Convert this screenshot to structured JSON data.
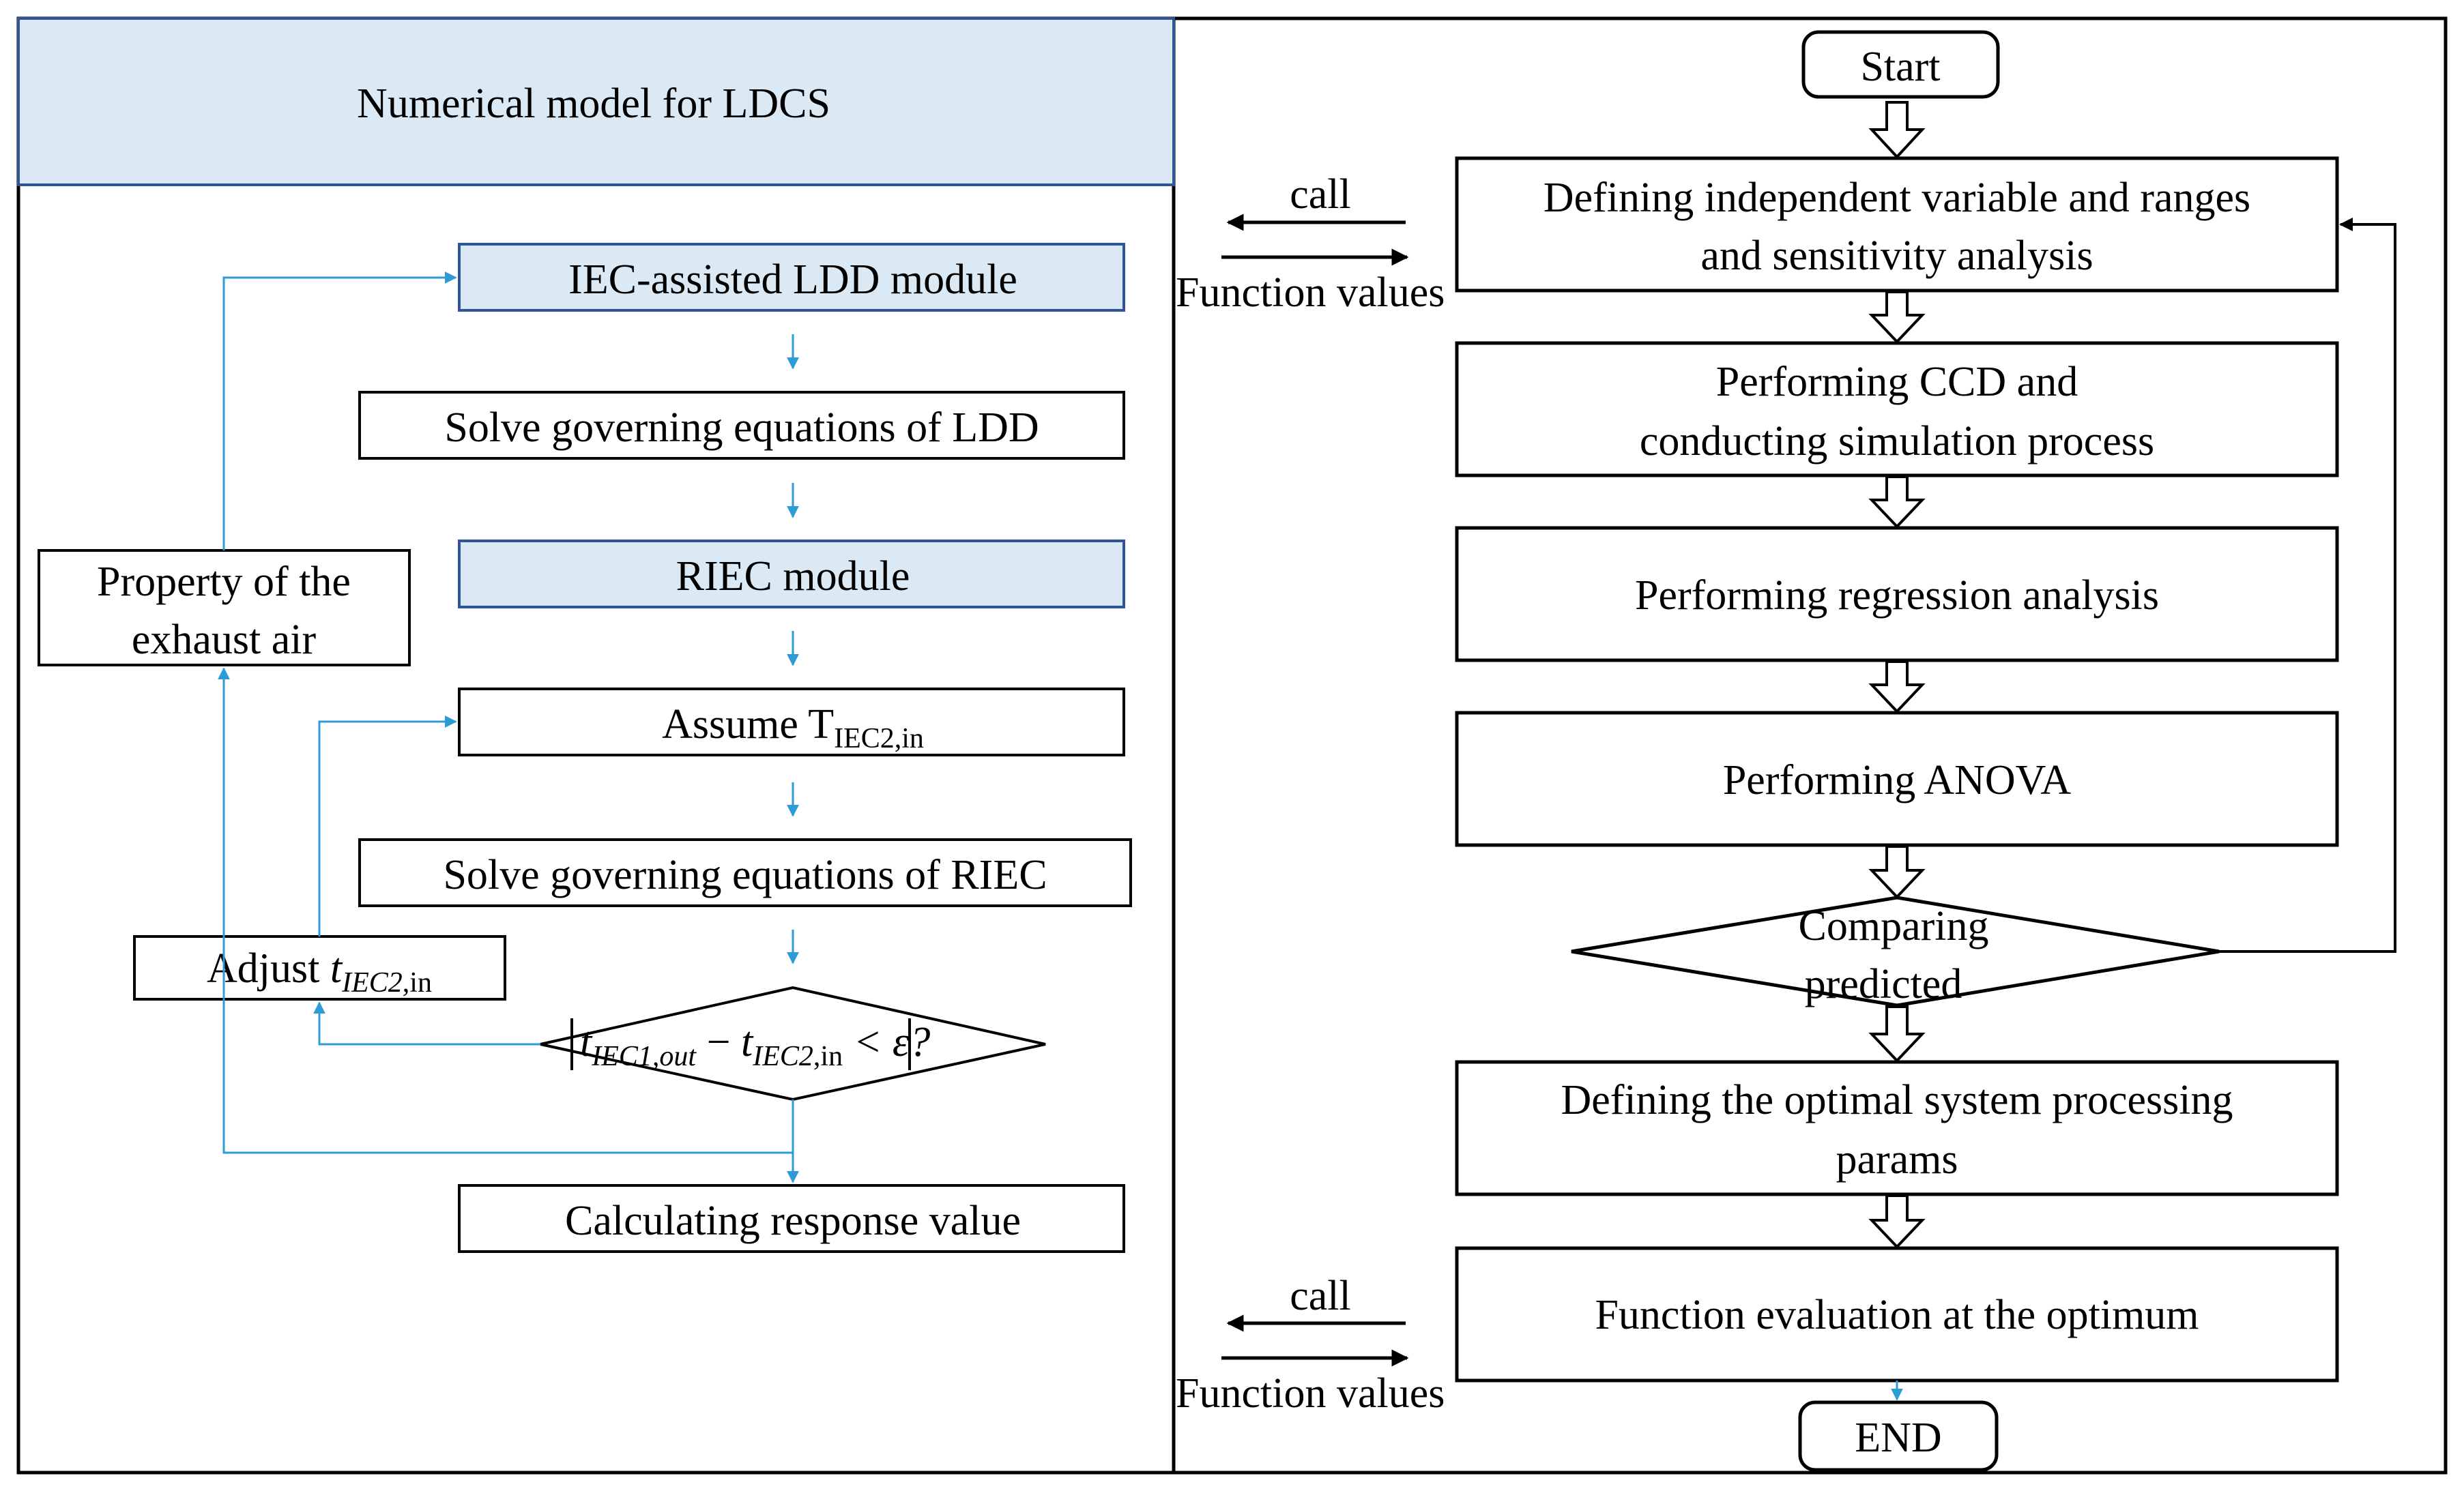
{
  "left_panel": {
    "header": "Numerical model for LDCS",
    "boxes": {
      "iec_ldd_module": "IEC-assisted LDD module",
      "solve_ldd": "Solve governing equations of LDD",
      "riec_module": "RIEC module",
      "assume_t": {
        "main": "Assume T",
        "sub": "IEC2,in"
      },
      "solve_riec": "Solve governing equations of RIEC",
      "calc_response": "Calculating response value",
      "property": {
        "line1": "Property of the",
        "line2": "exhaust air"
      },
      "adjust": {
        "main": "Adjust ",
        "var": "t",
        "sub_it": "IEC2",
        "sub": ",in"
      }
    },
    "condition": {
      "t1": "t",
      "t1_sub_it": "IEC1,out",
      "minus": " − ",
      "t2": "t",
      "t2_sub_it": "IEC2",
      "t2_sub": ",in",
      "tail": " < ε?"
    }
  },
  "right_panel": {
    "start": "Start",
    "end": "END",
    "steps": {
      "define_vars": {
        "line1": "Defining  independent  variable and ranges",
        "line2": "and sensitivity  analysis"
      },
      "ccd": {
        "line1": "Performing  CCD and",
        "line2": "conducting  simulation  process"
      },
      "regression": "Performing  regression  analysis",
      "anova": "Performing  ANOVA",
      "compare": {
        "line1": "Comparing",
        "line2": "predicted"
      },
      "optimal": {
        "line1": "Defining  the optimal  system  processing",
        "line2": "params"
      },
      "evaluation": "Function  evaluation  at the optimum"
    },
    "io_top": {
      "call": "call",
      "values": "Function values"
    },
    "io_bottom": {
      "call": "call",
      "values": "Function values"
    }
  },
  "colors": {
    "highlight_fill": "#dbe9f5",
    "highlight_border": "#2f5597",
    "connector_blue": "#2e9bd6",
    "line": "#000000"
  }
}
